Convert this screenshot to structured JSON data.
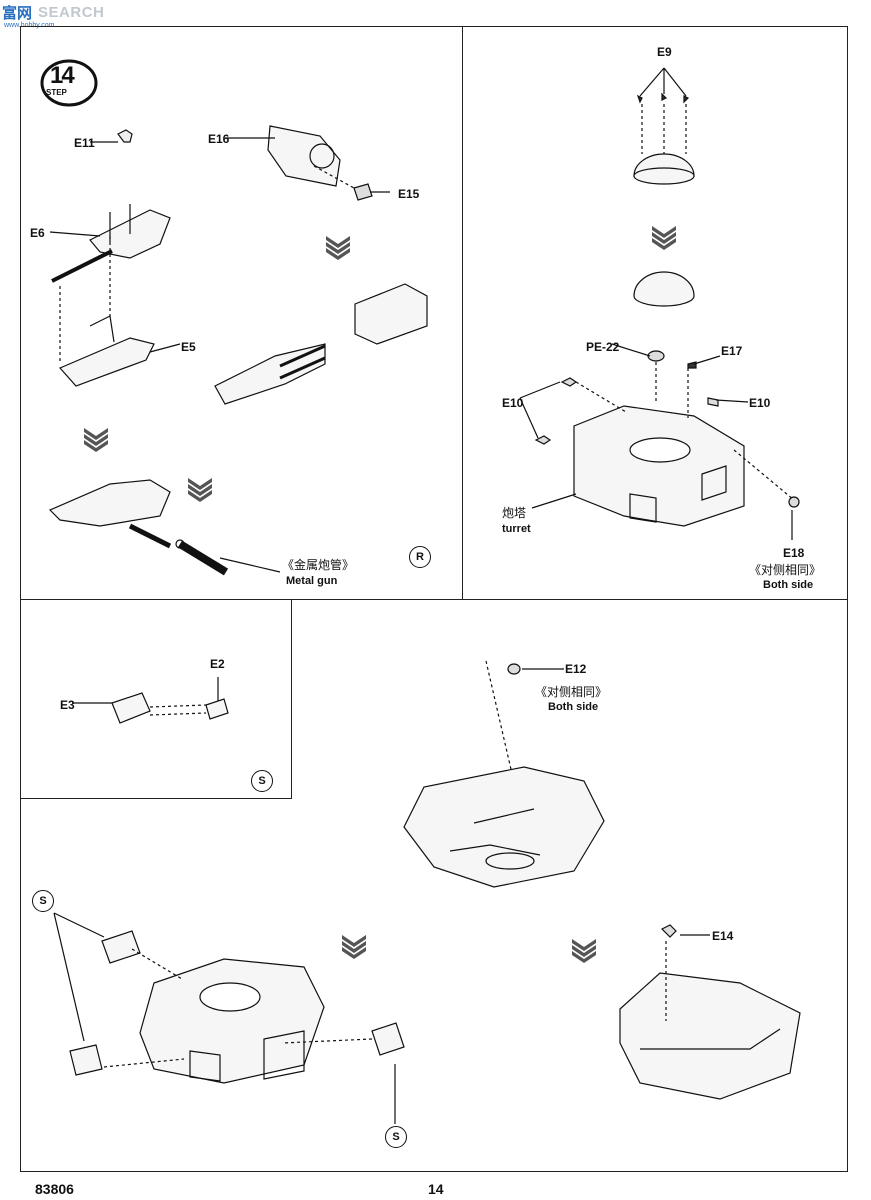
{
  "header": {
    "logo_cn": "富",
    "logo_cn2": "网",
    "logo_en": "SEARCH",
    "logo_url": "www.hobby.com"
  },
  "step": {
    "number": "14",
    "label": "STEP"
  },
  "panel_top_left": {
    "parts": [
      "E11",
      "E16",
      "E15",
      "E6",
      "E5"
    ],
    "metal_gun_cn": "《金属炮管》",
    "metal_gun_en": "Metal gun",
    "marker": "R"
  },
  "panel_top_right": {
    "parts": [
      "E9",
      "PE-22",
      "E17",
      "E10",
      "E10"
    ],
    "turret_cn": "炮塔",
    "turret_en": "turret",
    "e18": "E18",
    "e18_cn": "《对侧相同》",
    "e18_en": "Both side"
  },
  "panel_mid_left": {
    "parts": [
      "E2",
      "E3"
    ],
    "marker": "S"
  },
  "panel_bottom": {
    "e12": "E12",
    "e12_cn": "《对侧相同》",
    "e12_en": "Both side",
    "e14": "E14",
    "marker_top": "S",
    "marker_bottom": "S"
  },
  "footer": {
    "kit_number": "83806",
    "page_number": "14"
  }
}
